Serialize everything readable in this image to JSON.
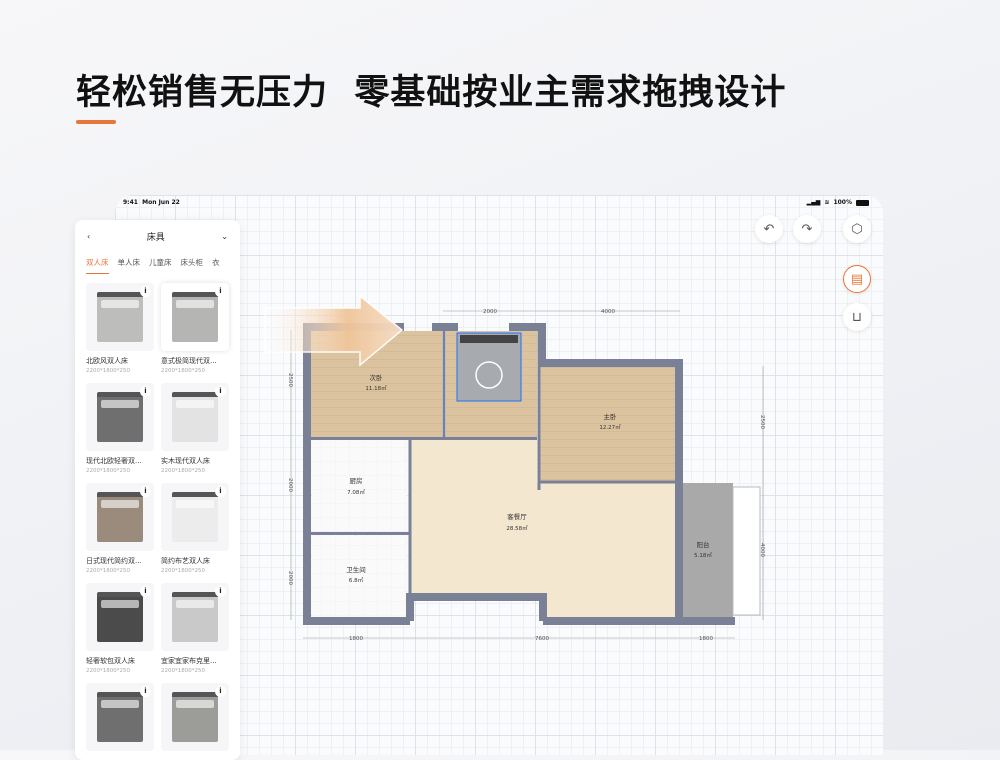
{
  "headline": "轻松销售无压力  零基础按业主需求拖拽设计",
  "accent": "#e8763a",
  "status": {
    "time": "9:41",
    "date": "Mon Jun 22",
    "battery": "100%"
  },
  "toolbar": {
    "undo": "undo-icon",
    "redo": "redo-icon",
    "view3d": "cube-icon",
    "paint": "paint-roller-icon",
    "furniture": "sofa-icon"
  },
  "panel": {
    "back": "‹",
    "title": "床具",
    "collapse": "⌄",
    "tabs": [
      {
        "label": "双人床",
        "active": true
      },
      {
        "label": "单人床"
      },
      {
        "label": "儿童床"
      },
      {
        "label": "床头柜"
      },
      {
        "label": "衣"
      }
    ],
    "items": [
      {
        "name": "北欧风双人床",
        "size": "2200*1800*250",
        "color": "#bdbdbb"
      },
      {
        "name": "意式极简现代双...",
        "size": "2200*1800*250",
        "color": "#b5b5b3",
        "selected": true
      },
      {
        "name": "现代北欧轻奢双...",
        "size": "2200*1800*250",
        "color": "#6f6f6f"
      },
      {
        "name": "实木现代双人床",
        "size": "2200*1800*250",
        "color": "#e3e3e3"
      },
      {
        "name": "日式现代简约双...",
        "size": "2200*1800*250",
        "color": "#9a8b7d"
      },
      {
        "name": "简约布艺双人床",
        "size": "2200*1800*250",
        "color": "#ececec"
      },
      {
        "name": "轻奢软包双人床",
        "size": "2200*1800*250",
        "color": "#4b4b4b"
      },
      {
        "name": "宜家宜家布克里...",
        "size": "2200*1800*250",
        "color": "#c9c9c9"
      },
      {
        "name": "",
        "size": "",
        "color": "#6f6f6f"
      },
      {
        "name": "",
        "size": "",
        "color": "#9c9c98"
      }
    ]
  },
  "plan": {
    "rooms": [
      {
        "name": "次卧",
        "area": "11.18㎡"
      },
      {
        "name": "主卧",
        "area": "12.27㎡"
      },
      {
        "name": "厨房",
        "area": "7.08㎡"
      },
      {
        "name": "客餐厅",
        "area": "28.58㎡"
      },
      {
        "name": "卫生间",
        "area": "6.8㎡"
      },
      {
        "name": "阳台",
        "area": "5.18㎡"
      }
    ],
    "dims": {
      "top": [
        "2000",
        "4000"
      ],
      "bottom": [
        "1800",
        "7600",
        "1800"
      ],
      "left": [
        "2500",
        "2000",
        "2000"
      ],
      "right": [
        "2500",
        "4000"
      ]
    }
  }
}
